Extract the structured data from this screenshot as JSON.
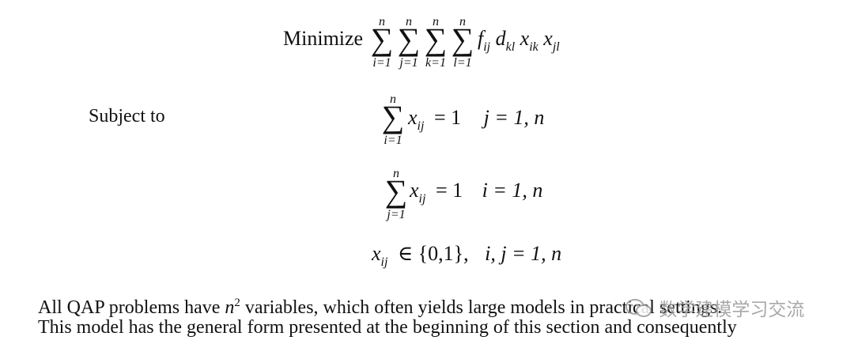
{
  "objective": {
    "label": "Minimize",
    "sums": [
      {
        "upper": "n",
        "lower": "i=1"
      },
      {
        "upper": "n",
        "lower": "j=1"
      },
      {
        "upper": "n",
        "lower": "k=1"
      },
      {
        "upper": "n",
        "lower": "l=1"
      }
    ],
    "terms": [
      {
        "base": "f",
        "sub": "ij"
      },
      {
        "base": "d",
        "sub": "kl"
      },
      {
        "base": "x",
        "sub": "ik"
      },
      {
        "base": "x",
        "sub": "jl"
      }
    ]
  },
  "subject_label": "Subject to",
  "constraints": [
    {
      "upper": "n",
      "lower": "i=1",
      "base": "x",
      "sub": "ij",
      "rhs": "= 1",
      "cond": "j = 1, n"
    },
    {
      "upper": "n",
      "lower": "j=1",
      "base": "x",
      "sub": "ij",
      "rhs": "= 1",
      "cond": "i = 1, n"
    }
  ],
  "domain": {
    "base": "x",
    "sub": "ij",
    "set": "∈ {0,1},",
    "cond": "i, j = 1, n"
  },
  "paragraph": {
    "line1_pre": "All QAP problems have ",
    "line1_var": "n",
    "line1_sup": "2",
    "line1_post": " variables, which often yields large models in practical settings.",
    "line2": "This model has the general form presented at the beginning of this section and consequently"
  },
  "watermark": {
    "icon": "wechat-icon",
    "text": "数学建模学习交流"
  }
}
